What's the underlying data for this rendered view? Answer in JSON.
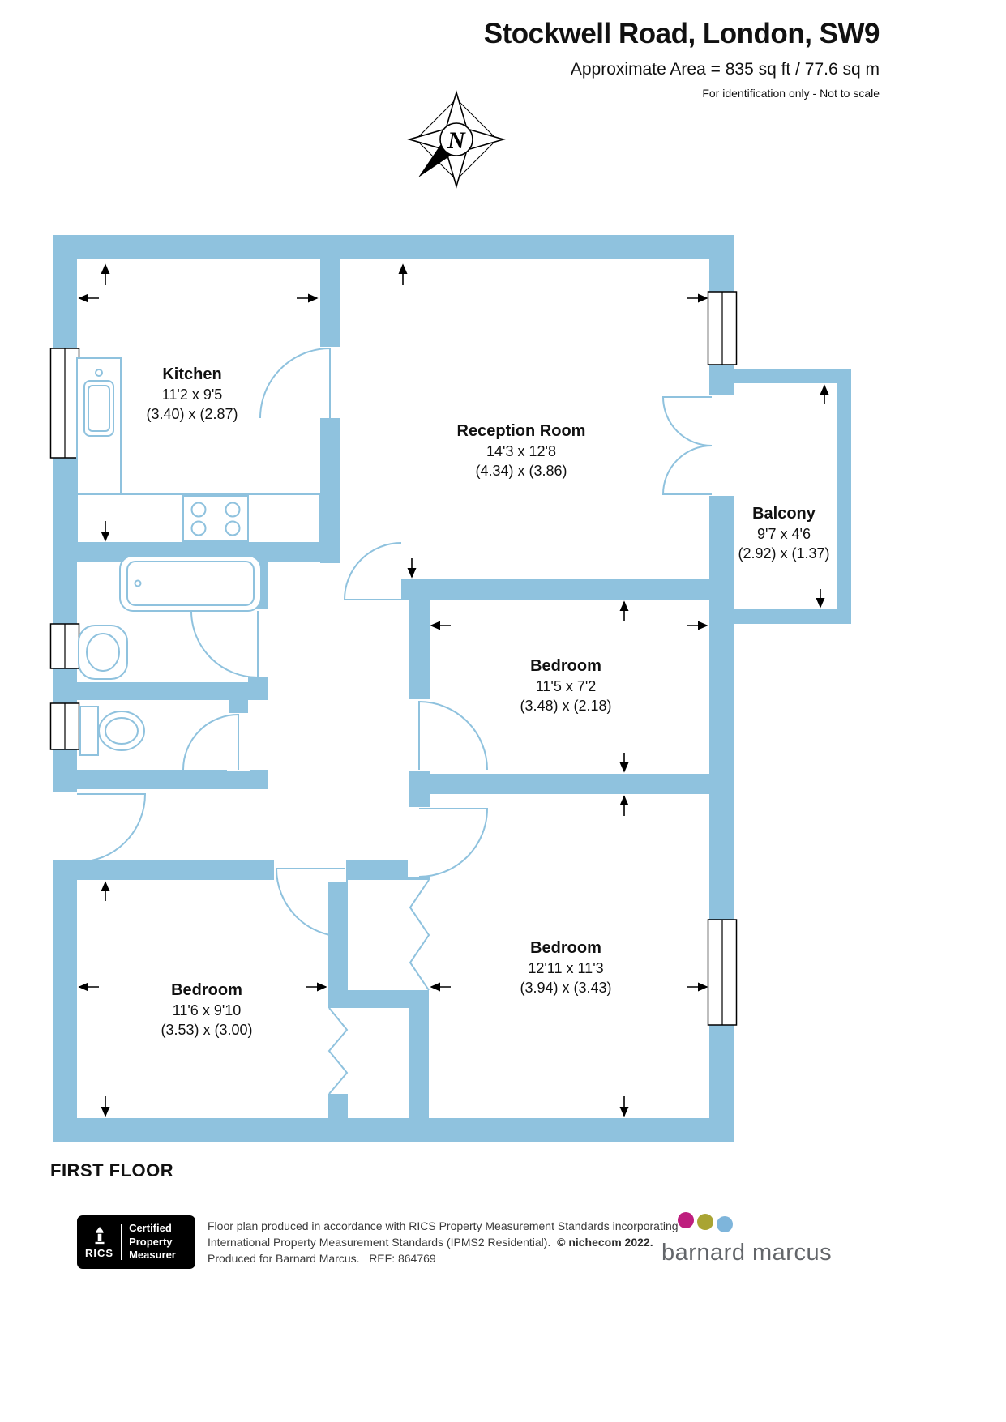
{
  "header": {
    "title": "Stockwell Road, London, SW9",
    "area": "Approximate Area = 835 sq ft / 77.6 sq m",
    "identification": "For identification only - Not to scale"
  },
  "compass": {
    "north_label": "N"
  },
  "plan": {
    "floor_label": "FIRST FLOOR",
    "rooms": [
      {
        "name": "Kitchen",
        "dims_ft": "11'2 x 9'5",
        "dims_m": "(3.40) x (2.87)"
      },
      {
        "name": "Reception Room",
        "dims_ft": "14'3 x 12'8",
        "dims_m": "(4.34) x (3.86)"
      },
      {
        "name": "Balcony",
        "dims_ft": "9'7 x 4'6",
        "dims_m": "(2.92) x (1.37)"
      },
      {
        "name": "Bedroom",
        "dims_ft": "11'5 x 7'2",
        "dims_m": "(3.48) x (2.18)"
      },
      {
        "name": "Bedroom",
        "dims_ft": "12'11 x 11'3",
        "dims_m": "(3.94) x (3.43)"
      },
      {
        "name": "Bedroom",
        "dims_ft": "11'6 x 9'10",
        "dims_m": "(3.53) x (3.00)"
      }
    ]
  },
  "footer": {
    "rics": {
      "brand": "RICS",
      "lines": [
        "Certified",
        "Property",
        "Measurer"
      ]
    },
    "disclaimer": {
      "line1": "Floor plan produced in accordance with RICS Property Measurement Standards incorporating",
      "line2": "International Property Measurement Standards (IPMS2 Residential).  ",
      "copyright": "© nichecom 2022.",
      "line3": "Produced for Barnard Marcus.   REF: 864769"
    },
    "brand": {
      "name": "barnard marcus"
    }
  },
  "colors": {
    "wall": "#8FC2DE",
    "ink": "#111111",
    "footer_text": "#3A3A3A",
    "brand_gray": "#63666A",
    "dot_magenta": "#BE1E7E",
    "dot_olive": "#A9A433",
    "dot_blue": "#7EB5DB",
    "rics_bg": "#000000"
  }
}
